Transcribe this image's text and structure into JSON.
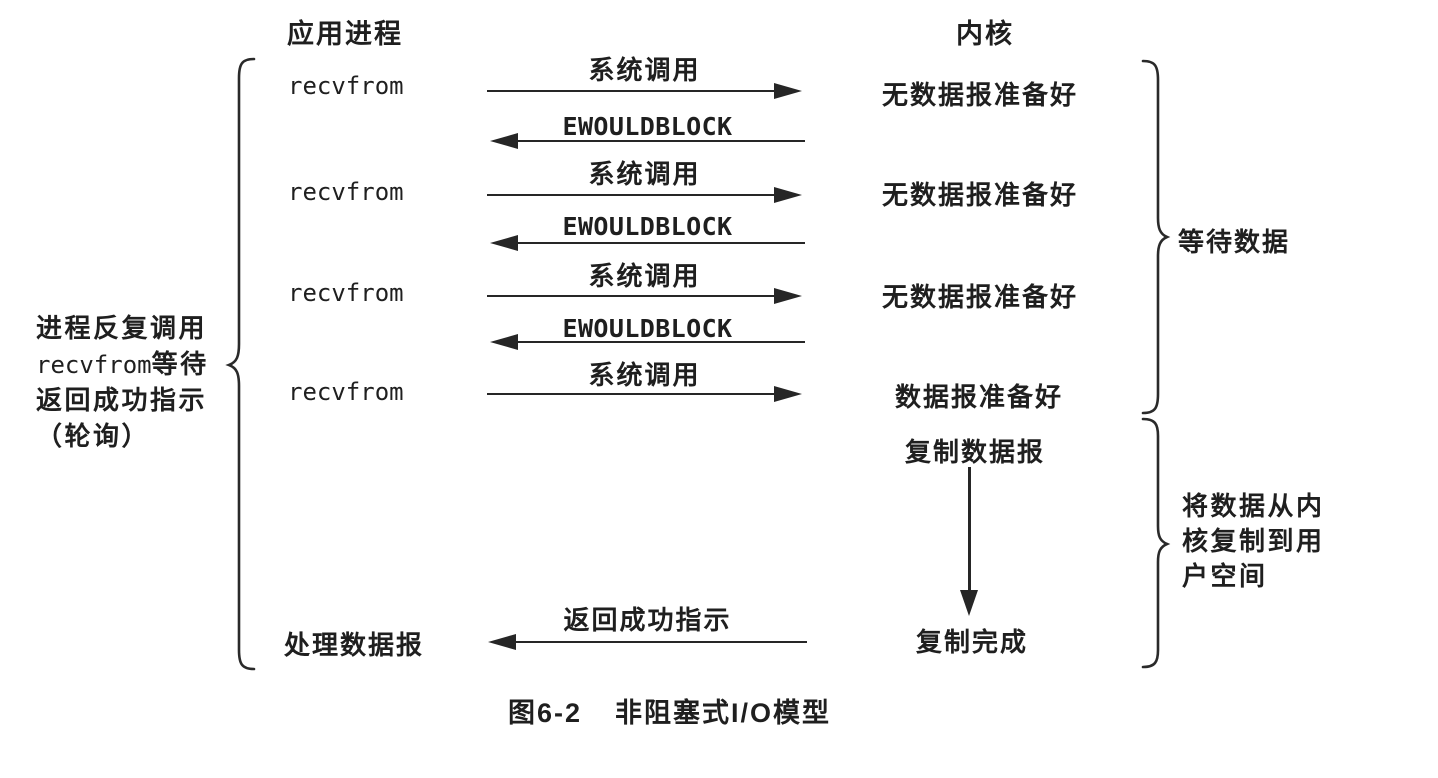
{
  "figure": {
    "headers": {
      "left": "应用进程",
      "right": "内核"
    },
    "left_note": {
      "line1": "进程反复调用",
      "line2_code": "recvfrom",
      "line2_rest": "等待",
      "line3": "返回成功指示",
      "line4": "（轮询）"
    },
    "rows": [
      {
        "call": "recvfrom",
        "request_label": "系统调用",
        "kernel_state": "无数据报准备好",
        "response_label": "EWOULDBLOCK"
      },
      {
        "call": "recvfrom",
        "request_label": "系统调用",
        "kernel_state": "无数据报准备好",
        "response_label": "EWOULDBLOCK"
      },
      {
        "call": "recvfrom",
        "request_label": "系统调用",
        "kernel_state": "无数据报准备好",
        "response_label": "EWOULDBLOCK"
      },
      {
        "call": "recvfrom",
        "request_label": "系统调用",
        "kernel_state": "数据报准备好"
      }
    ],
    "copy_phase": {
      "start": "复制数据报",
      "end": "复制完成"
    },
    "finish": {
      "process_label": "处理数据报",
      "arrow_label": "返回成功指示"
    },
    "brace_notes": {
      "wait": "等待数据",
      "copy_line1": "将数据从内",
      "copy_line2": "核复制到用",
      "copy_line3": "户空间"
    },
    "caption": {
      "number": "图6-2",
      "title": "非阻塞式I/O模型"
    }
  }
}
